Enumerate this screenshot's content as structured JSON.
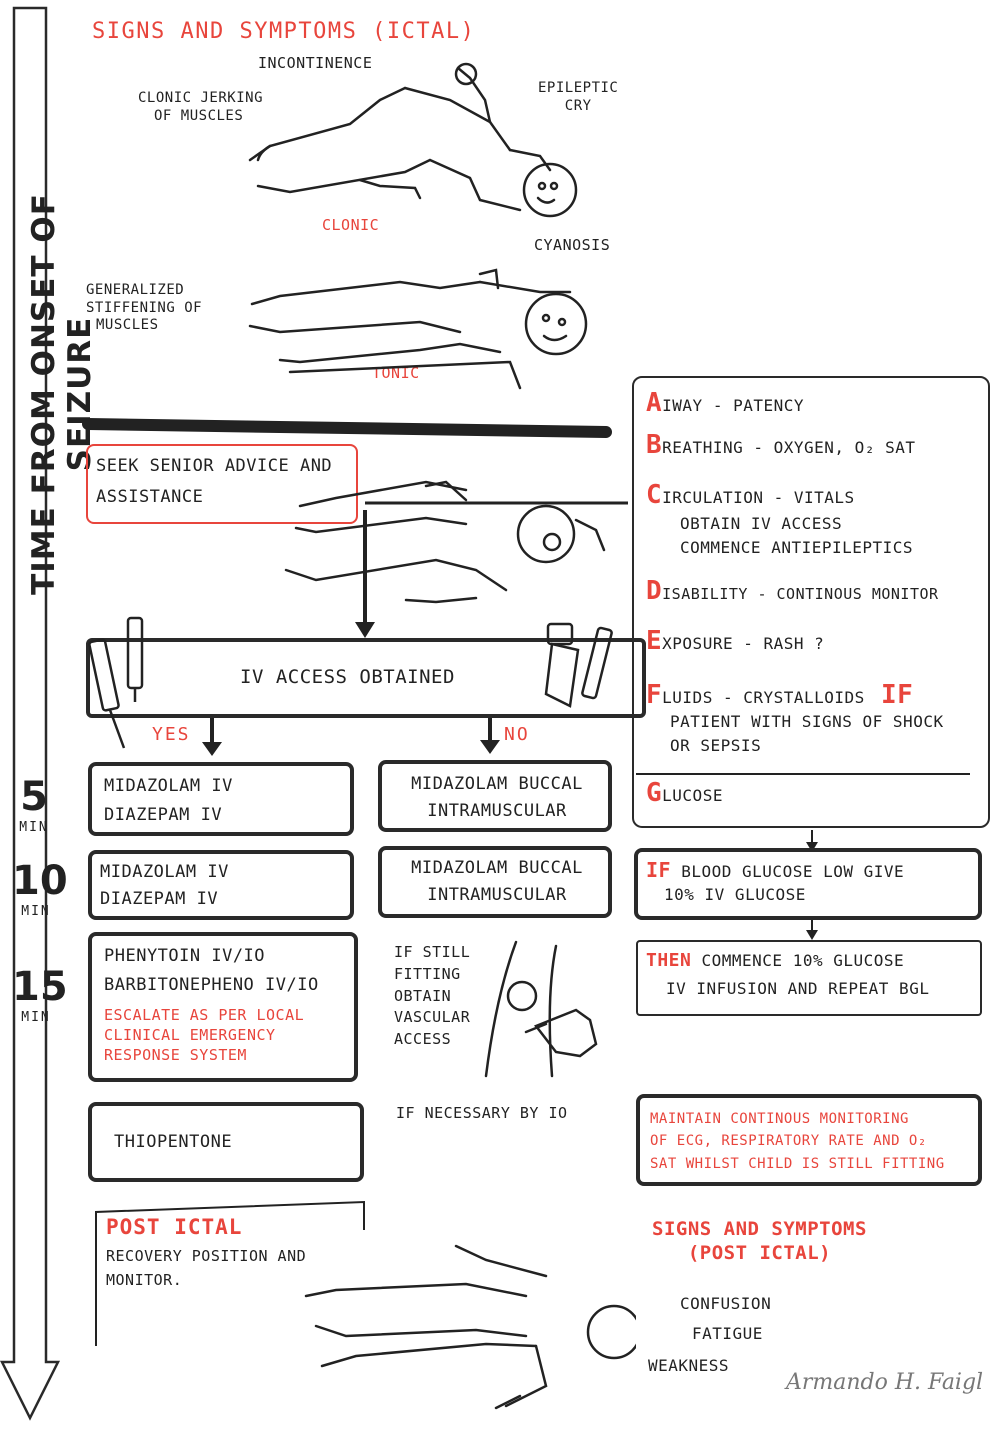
{
  "header": {
    "title": "SIGNS AND SYMPTOMS (ICTAL)"
  },
  "timeline": {
    "label": "TIME FROM ONSET OF SEIZURE",
    "markers": [
      {
        "value": "5",
        "unit": "MIN"
      },
      {
        "value": "10",
        "unit": "MIN"
      },
      {
        "value": "15",
        "unit": "MIN"
      }
    ]
  },
  "clonic": {
    "incontinence": "INCONTINENCE",
    "jerking": [
      "CLONIC JERKING",
      "OF MUSCLES"
    ],
    "cry": [
      "EPILEPTIC",
      "CRY"
    ],
    "cyanosis": "CYANOSIS",
    "label": "CLONIC"
  },
  "tonic": {
    "stiffening": [
      "GENERALIZED",
      "STIFFENING OF",
      "MUSCLES"
    ],
    "label": "TONIC"
  },
  "seek_box": [
    "SEEK SENIOR ADVICE AND",
    "ASSISTANCE"
  ],
  "iv_access": {
    "label": "IV ACCESS OBTAINED",
    "yes": "YES",
    "no": "NO"
  },
  "yes_column": {
    "step5": [
      "MIDAZOLAM IV",
      "DIAZEPAM IV"
    ],
    "step10": [
      "MIDAZOLAM IV",
      "DIAZEPAM IV"
    ],
    "step15": [
      "PHENYTOIN IV/IO",
      "BARBITONEPHENO IV/IO"
    ],
    "step15_red": [
      "ESCALATE AS PER LOCAL",
      "CLINICAL EMERGENCY",
      "RESPONSE SYSTEM"
    ],
    "final": "THIOPENTONE"
  },
  "no_column": {
    "step5": [
      "MIDAZOLAM BUCCAL",
      "INTRAMUSCULAR"
    ],
    "step10": [
      "MIDAZOLAM BUCCAL",
      "INTRAMUSCULAR"
    ],
    "still_fitting": [
      "IF STILL",
      "FITTING",
      "OBTAIN",
      "VASCULAR",
      "ACCESS"
    ],
    "io": "IF NECESSARY BY IO"
  },
  "abcde": {
    "a": {
      "letter": "A",
      "text": "IWAY - PATENCY"
    },
    "b": {
      "letter": "B",
      "text": "REATHING - OXYGEN, O₂ SAT"
    },
    "c": {
      "letter": "C",
      "text": "IRCULATION - VITALS",
      "sub": [
        "OBTAIN IV ACCESS",
        "COMMENCE ANTIEPILEPTICS"
      ]
    },
    "d": {
      "letter": "D",
      "text": "ISABILITY - CONTINOUS MONITOR"
    },
    "e": {
      "letter": "E",
      "text": "XPOSURE - RASH ?"
    },
    "f": {
      "letter": "F",
      "text": "LUIDS - CRYSTALLOIDS",
      "if": "IF",
      "sub": [
        "PATIENT WITH SIGNS OF SHOCK",
        "OR SEPSIS"
      ]
    },
    "g": {
      "letter": "G",
      "text": "LUCOSE"
    }
  },
  "glucose_low": {
    "if": "IF",
    "line1": "BLOOD GLUCOSE LOW GIVE",
    "line2": "10% IV GLUCOSE"
  },
  "glucose_then": {
    "then": "THEN",
    "line1": "COMMENCE 10% GLUCOSE",
    "line2": "IV INFUSION AND REPEAT BGL"
  },
  "monitoring": [
    "MAINTAIN CONTINOUS MONITORING",
    "OF ECG, RESPIRATORY RATE AND O₂",
    "SAT WHILST CHILD IS STILL FITTING"
  ],
  "post_ictal": {
    "title": "POST ICTAL",
    "text": [
      "RECOVERY POSITION AND",
      "MONITOR."
    ]
  },
  "post_signs": {
    "title": [
      "SIGNS AND SYMPTOMS",
      "(POST ICTAL)"
    ],
    "items": [
      "CONFUSION",
      "FATIGUE",
      "WEAKNESS"
    ]
  },
  "signature": "Armando H. Faigl",
  "colors": {
    "accent": "#e8453c",
    "ink": "#2a2a2a"
  }
}
